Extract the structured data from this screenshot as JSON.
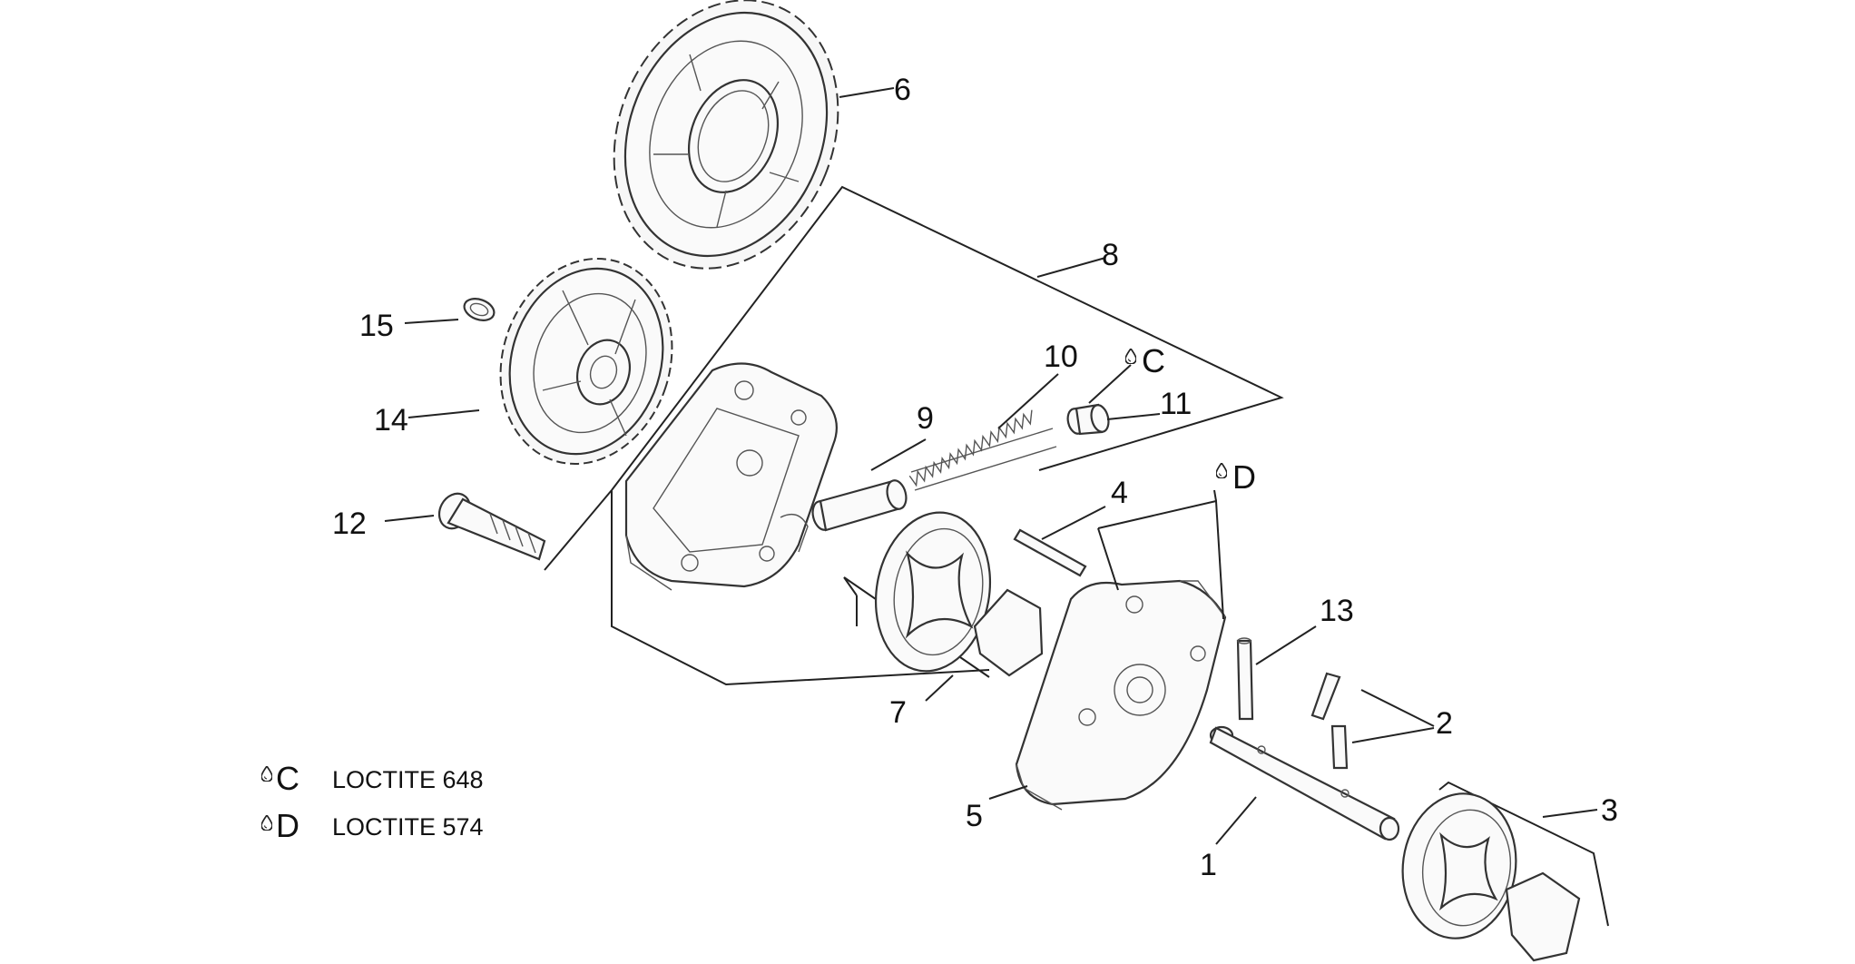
{
  "callouts": {
    "p1": "1",
    "p2": "2",
    "p3": "3",
    "p4": "4",
    "p5": "5",
    "p6": "6",
    "p7": "7",
    "p8": "8",
    "p9": "9",
    "p10": "10",
    "p11": "11",
    "p12": "12",
    "p13": "13",
    "p14": "14",
    "p15": "15"
  },
  "adhesive_marks": {
    "c": "C",
    "d": "D"
  },
  "legend": [
    {
      "letter": "C",
      "text": "LOCTITE 648"
    },
    {
      "letter": "D",
      "text": "LOCTITE 574"
    }
  ],
  "icons": {
    "adhesive": "drop-icon"
  }
}
